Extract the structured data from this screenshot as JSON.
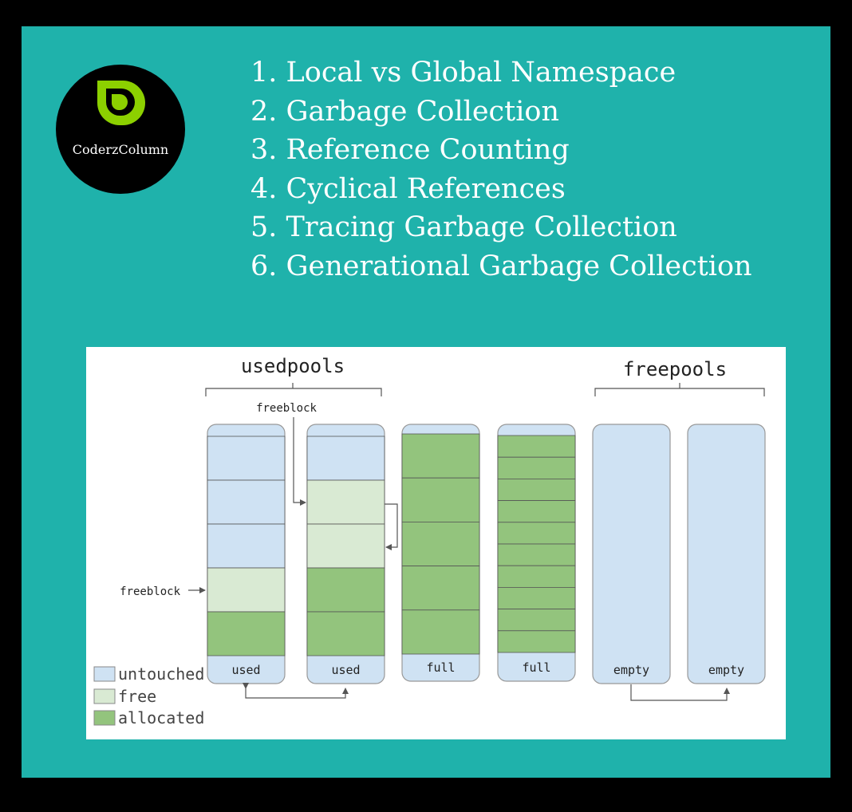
{
  "brand": {
    "name": "CoderzColumn",
    "logo_color": "#8cd000"
  },
  "topics": [
    "1. Local vs Global Namespace",
    "2. Garbage Collection",
    "3. Reference Counting",
    "4. Cyclical References",
    "5. Tracing Garbage Collection",
    "6. Generational Garbage Collection"
  ],
  "colors": {
    "background": "#000000",
    "card": "#1fb2ab",
    "untouched": "#cfe2f3",
    "free": "#d9ead3",
    "allocated": "#93c47d"
  },
  "diagram": {
    "groups": {
      "used": "usedpools",
      "free": "freepools"
    },
    "freeblock_label": "freeblock",
    "legend": [
      {
        "key": "untouched",
        "label": "untouched"
      },
      {
        "key": "free",
        "label": "free"
      },
      {
        "key": "allocated",
        "label": "allocated"
      }
    ],
    "pools": [
      {
        "label": "used",
        "blocks": [
          "untouched",
          "untouched",
          "untouched",
          "free",
          "allocated"
        ]
      },
      {
        "label": "used",
        "blocks": [
          "untouched",
          "free",
          "free",
          "allocated",
          "allocated"
        ]
      },
      {
        "label": "full",
        "blocks": [
          "allocated",
          "allocated",
          "allocated",
          "allocated",
          "allocated"
        ]
      },
      {
        "label": "full",
        "blocks": [
          "allocated",
          "allocated",
          "allocated",
          "allocated",
          "allocated",
          "allocated",
          "allocated",
          "allocated",
          "allocated",
          "allocated"
        ]
      },
      {
        "label": "empty",
        "blocks": []
      },
      {
        "label": "empty",
        "blocks": []
      }
    ]
  }
}
